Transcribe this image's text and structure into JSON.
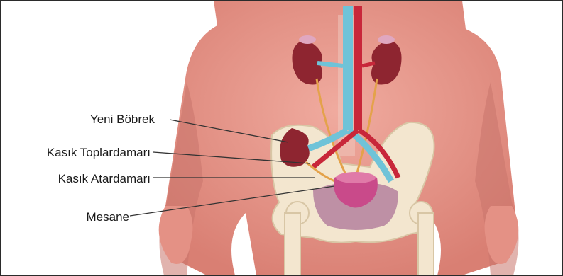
{
  "labels": {
    "new_kidney": "Yeni Böbrek",
    "iliac_vein": "Kasık Toplardamarı",
    "iliac_artery": "Kasık Atardamarı",
    "bladder": "Mesane"
  },
  "colors": {
    "skin": "#e8998f",
    "skin_dark": "#c9756c",
    "kidney": "#8e2530",
    "vein": "#6fc3d8",
    "artery": "#c8273a",
    "bladder": "#c94a8a",
    "bone": "#f3e6cf",
    "pelvis_inner": "#b07a9a",
    "leader_line": "#333333"
  }
}
